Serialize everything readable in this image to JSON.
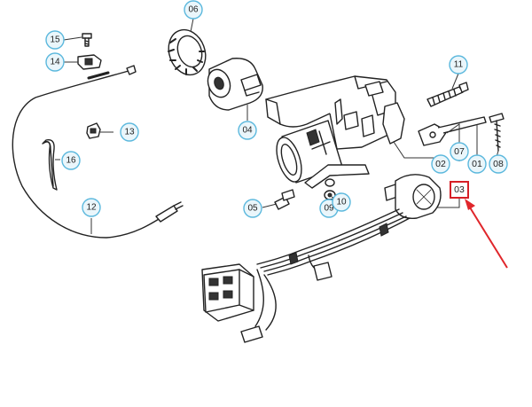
{
  "callouts": [
    {
      "id": "01",
      "label": "01",
      "style": "plain"
    },
    {
      "id": "02",
      "label": "02",
      "style": "plain"
    },
    {
      "id": "03",
      "label": "03",
      "style": "highlight"
    },
    {
      "id": "04",
      "label": "04",
      "style": "circle"
    },
    {
      "id": "05",
      "label": "05",
      "style": "circle"
    },
    {
      "id": "06",
      "label": "06",
      "style": "circle"
    },
    {
      "id": "07",
      "label": "07",
      "style": "plain"
    },
    {
      "id": "08",
      "label": "08",
      "style": "plain"
    },
    {
      "id": "09",
      "label": "09",
      "style": "circle"
    },
    {
      "id": "10",
      "label": "10",
      "style": "circle"
    },
    {
      "id": "11",
      "label": "11",
      "style": "circle"
    },
    {
      "id": "12",
      "label": "12",
      "style": "circle"
    },
    {
      "id": "13",
      "label": "13",
      "style": "circle"
    },
    {
      "id": "14",
      "label": "14",
      "style": "circle"
    },
    {
      "id": "15",
      "label": "15",
      "style": "circle"
    },
    {
      "id": "16",
      "label": "16",
      "style": "circle"
    }
  ],
  "colors": {
    "callout_fill": "#eaf6fb",
    "callout_stroke": "#5bb8dd",
    "highlight": "#d61f26",
    "arrow": "#e0262b",
    "line": "#222222"
  },
  "pointer": {
    "target": "03",
    "icon": "red-arrow-icon"
  }
}
